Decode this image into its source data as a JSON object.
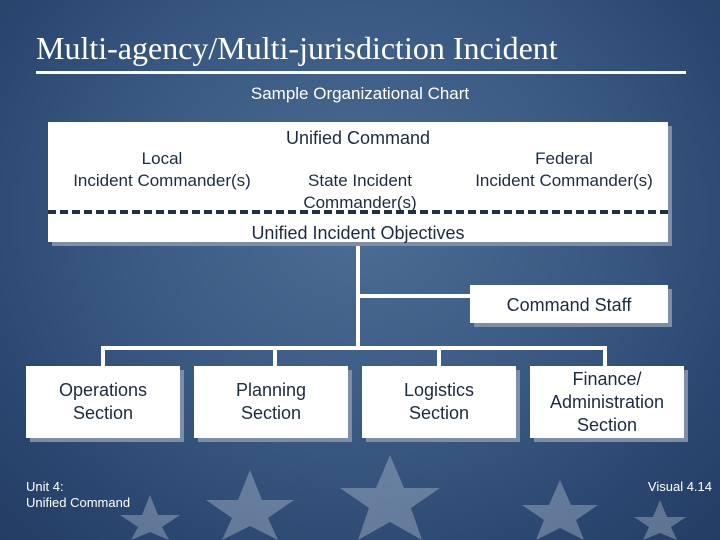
{
  "title": "Multi-agency/Multi-jurisdiction  Incident",
  "subtitle": "Sample Organizational Chart",
  "unified_command": {
    "heading": "Unified Command",
    "local": [
      "Local",
      "Incident Commander(s)"
    ],
    "state": [
      "State Incident",
      "Commander(s)"
    ],
    "federal": [
      "Federal",
      "Incident Commander(s)"
    ],
    "objectives": "Unified Incident Objectives"
  },
  "command_staff": "Command Staff",
  "sections": {
    "operations": [
      "Operations",
      "Section"
    ],
    "planning": [
      "Planning",
      "Section"
    ],
    "logistics": [
      "Logistics",
      "Section"
    ],
    "finance": [
      "Finance/",
      "Administration",
      "Section"
    ]
  },
  "footer": {
    "unit_line1": "Unit 4:",
    "unit_line2": "Unified Command",
    "visual": "Visual 4.14"
  },
  "colors": {
    "background": "#3b5a83",
    "box": "#ffffff",
    "text": "#1e2b3e",
    "connector": "#ffffff",
    "dashed_divider": "#1f2f45"
  }
}
